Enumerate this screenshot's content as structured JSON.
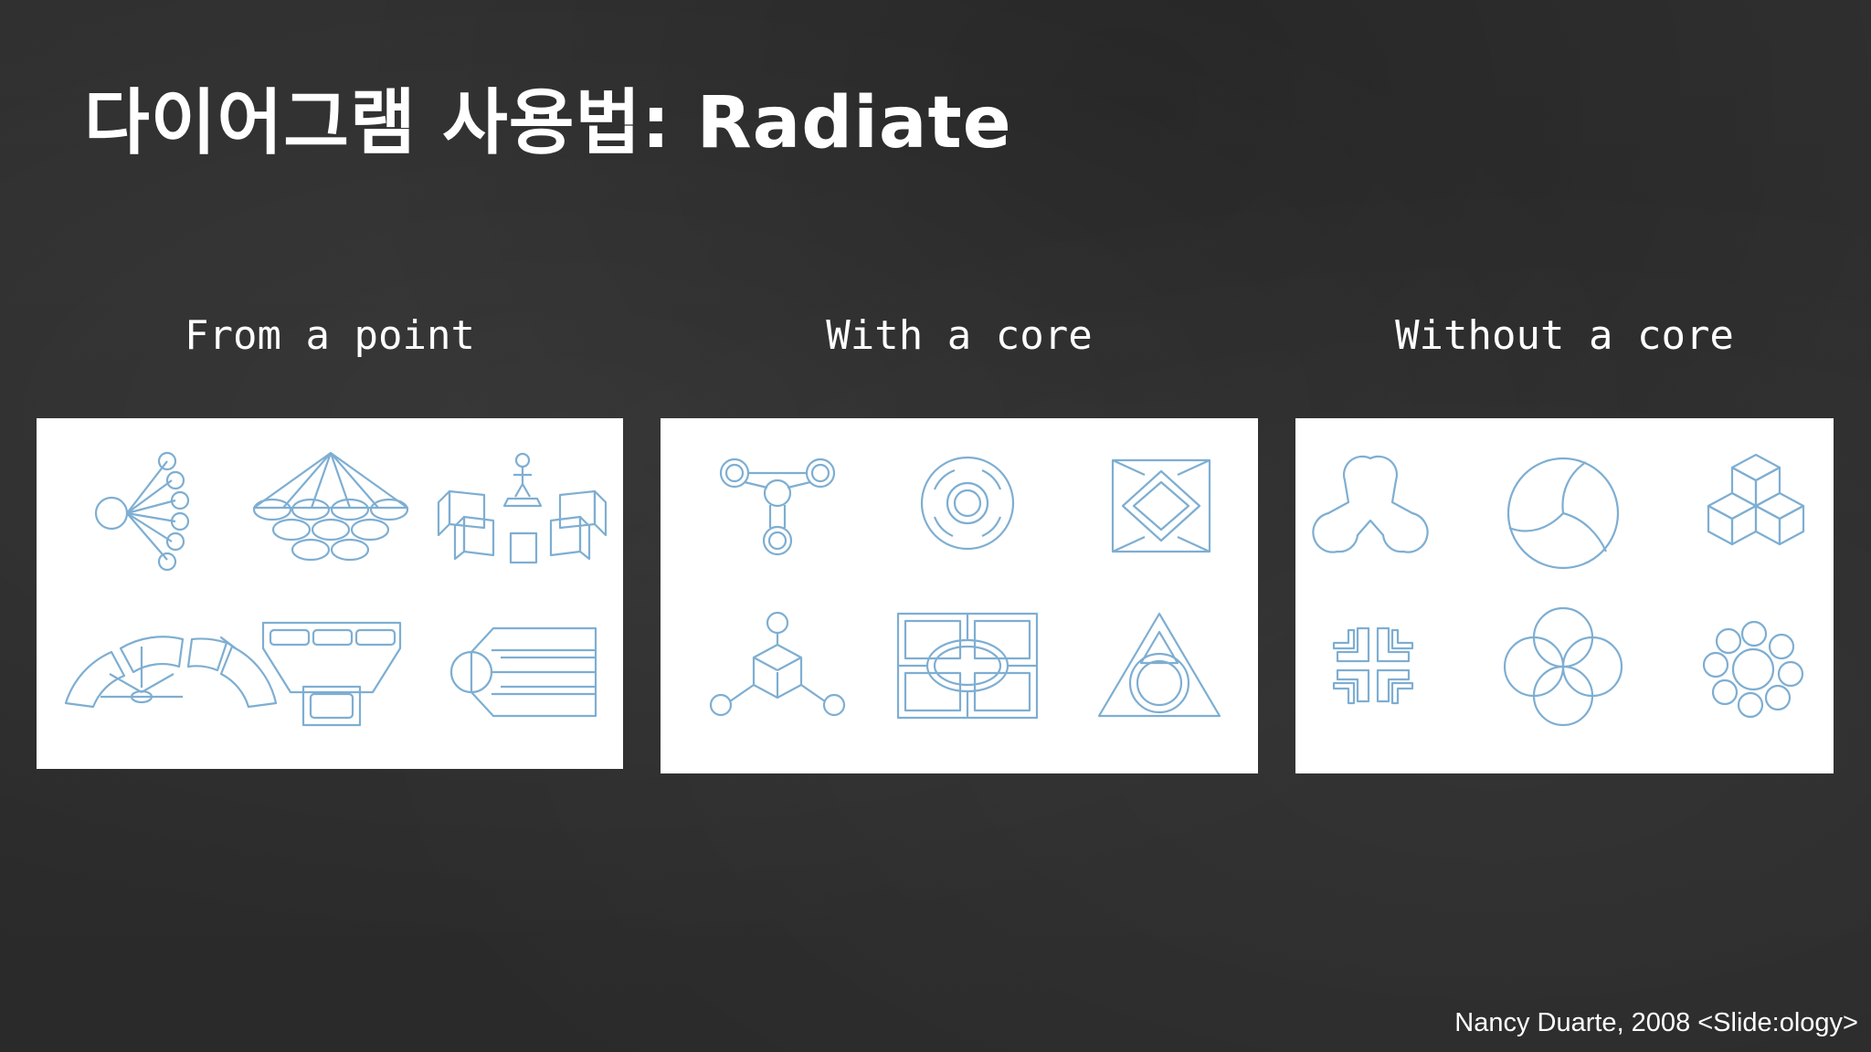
{
  "slide": {
    "title": "다이어그램 사용법: Radiate",
    "credit": "Nancy Duarte, 2008 <Slide:ology>"
  },
  "columns": [
    {
      "heading": "From a point"
    },
    {
      "heading": "With a core"
    },
    {
      "heading": "Without a core"
    }
  ],
  "colors": {
    "background": "#2e2e2e",
    "text": "#ffffff",
    "panel": "#ffffff",
    "diagram_stroke": "#7eaed2"
  }
}
